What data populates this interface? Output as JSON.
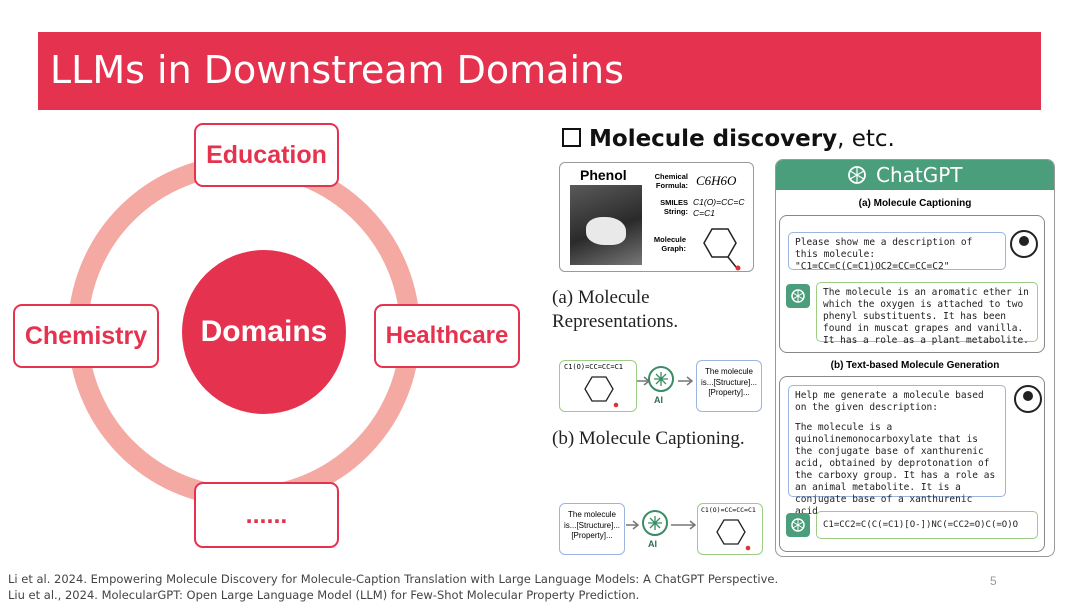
{
  "slide": {
    "title": "LLMs in Downstream Domains",
    "page_number": "5"
  },
  "diagram": {
    "center": "Domains",
    "nodes": {
      "top": "Education",
      "left": "Chemistry",
      "right": "Healthcare",
      "bottom": "......"
    }
  },
  "section": {
    "bold_title": "Molecule discovery",
    "suffix": ", etc."
  },
  "molecule_card": {
    "name": "Phenol",
    "formula_label": "Chemical Formula:",
    "formula_value": "C6H6O",
    "smiles_label": "SMILES String:",
    "smiles_value": "C1(O)=CC=C C=C1",
    "graph_label": "Molecule Graph:"
  },
  "captions": {
    "a": "(a) Molecule Representations.",
    "b": "(b) Molecule Captioning."
  },
  "flow_b": {
    "smiles": "C1(O)=CC=CC=C1",
    "ai_label": "AI",
    "text": "The molecule is...[Structure]...[Property]..."
  },
  "flow_c": {
    "text": "The molecule is...[Structure]...[Property]...",
    "ai_label": "AI",
    "smiles": "C1(O)=CC=CC=C1"
  },
  "chatgpt": {
    "header": "ChatGPT",
    "section_a": "(a) Molecule Captioning",
    "user_msg_a": "Please show me a description of this molecule: \"C1=CC=C(C=C1)OC2=CC=CC=C2\"",
    "gpt_msg_a": "The molecule is an aromatic ether in which the oxygen is attached to two phenyl substituents. It has been found in muscat grapes and vanilla. It has a role as a plant metabolite.",
    "section_b": "(b) Text-based Molecule Generation",
    "user_msg_b_1": "Help me generate a molecule based on the given description:",
    "user_msg_b_2": "The molecule is a quinolinemonocarboxylate that is the conjugate base of xanthurenic acid, obtained by deprotonation of the carboxy group. It has a role as an animal metabolite. It is a conjugate base of a xanthurenic acid.",
    "gpt_msg_b": "C1=CC2=C(C(=C1)[O-])NC(=CC2=O)C(=O)O"
  },
  "references": [
    "Li et al. 2024. Empowering Molecule Discovery for Molecule-Caption Translation with Large Language Models: A ChatGPT Perspective.",
    "Liu et al., 2024. MolecularGPT: Open Large Language Model (LLM) for Few-Shot Molecular Property Prediction."
  ],
  "colors": {
    "accent": "#e5334f",
    "ring": "#f4a9a3",
    "chatgpt_green": "#4a9e7c"
  }
}
